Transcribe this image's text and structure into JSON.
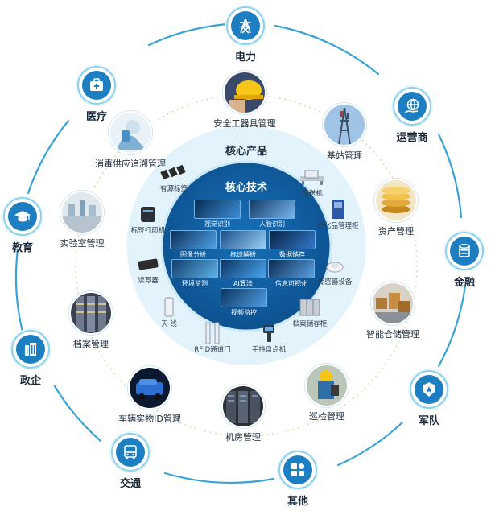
{
  "industries": [
    {
      "key": "power",
      "label": "电力",
      "icon": "pylon-icon"
    },
    {
      "key": "telecom",
      "label": "运营商",
      "icon": "globe-hand-icon"
    },
    {
      "key": "finance",
      "label": "金融",
      "icon": "coins-icon"
    },
    {
      "key": "military",
      "label": "军队",
      "icon": "badge-icon"
    },
    {
      "key": "other",
      "label": "其他",
      "icon": "grid-icon"
    },
    {
      "key": "transport",
      "label": "交通",
      "icon": "bus-icon"
    },
    {
      "key": "government",
      "label": "政企",
      "icon": "building-icon"
    },
    {
      "key": "education",
      "label": "教育",
      "icon": "mortarboard-icon"
    },
    {
      "key": "medical",
      "label": "医疗",
      "icon": "medical-kit-icon"
    }
  ],
  "applications": [
    {
      "key": "safety-tools",
      "label": "安全工器具管理"
    },
    {
      "key": "base-station",
      "label": "基站管理"
    },
    {
      "key": "asset",
      "label": "资产管理"
    },
    {
      "key": "smart-warehouse",
      "label": "智能仓储管理"
    },
    {
      "key": "inspection",
      "label": "巡检管理"
    },
    {
      "key": "server-room",
      "label": "机房管理"
    },
    {
      "key": "vehicle-id",
      "label": "车辆实物ID管理"
    },
    {
      "key": "archives",
      "label": "档案管理"
    },
    {
      "key": "laboratory",
      "label": "实验室管理"
    },
    {
      "key": "disinfection",
      "label": "消毒供应追溯管理"
    }
  ],
  "core_products": {
    "title": "核心产品",
    "items": [
      {
        "key": "active-tag",
        "label": "有源标签"
      },
      {
        "key": "conveyor",
        "label": "传送机"
      },
      {
        "key": "tag-printer",
        "label": "标签打印机"
      },
      {
        "key": "hazmat-cabinet",
        "label": "危化品管理柜"
      },
      {
        "key": "reader",
        "label": "读写器"
      },
      {
        "key": "sensor",
        "label": "传感器设备"
      },
      {
        "key": "antenna",
        "label": "天  线"
      },
      {
        "key": "archive-cabinet",
        "label": "档案储存柜"
      },
      {
        "key": "rfid-gate",
        "label": "RFID通道门"
      },
      {
        "key": "handheld",
        "label": "手持盘点机"
      }
    ]
  },
  "core_tech": {
    "title": "核心技术",
    "items": [
      {
        "key": "vision",
        "label": "视觉识别"
      },
      {
        "key": "face",
        "label": "人脸识别"
      },
      {
        "key": "image-analysis",
        "label": "图像分析"
      },
      {
        "key": "id-parse",
        "label": "标识解析"
      },
      {
        "key": "data-storage",
        "label": "数据储存"
      },
      {
        "key": "env-monitor",
        "label": "环境监测"
      },
      {
        "key": "ai",
        "label": "AI算法"
      },
      {
        "key": "visualization",
        "label": "信息可视化"
      },
      {
        "key": "video",
        "label": "视频监控"
      }
    ]
  },
  "colors": {
    "ring_line": "#3aa3d6",
    "icon_blue": "#1e7ec2",
    "products_disc": "#e3f3fb",
    "tech_disc": "#0f5a9c"
  }
}
